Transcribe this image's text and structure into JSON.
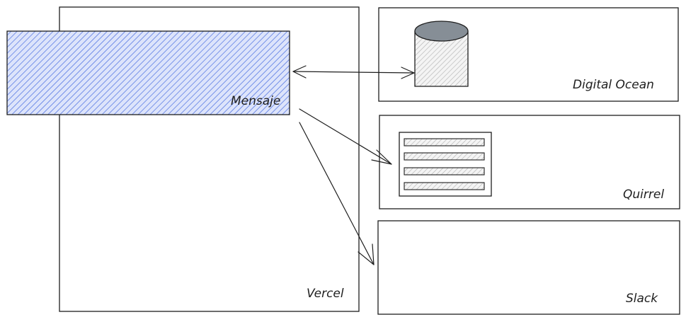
{
  "colors": {
    "stroke": "#1e1e1e",
    "message_fill": "#4a6ee0",
    "message_fill_light": "#dde4fb",
    "hatch_gray": "#b0b0b0",
    "db_top": "#868e96"
  },
  "labels": {
    "vercel": "Vercel",
    "message": "Mensaje",
    "digital_ocean": "Digital Ocean",
    "quirrel": "Quirrel",
    "slack": "Slack"
  },
  "icons": {
    "digital_ocean": "database-cylinder-icon",
    "quirrel": "queue-list-icon"
  },
  "queue_rows": 4
}
